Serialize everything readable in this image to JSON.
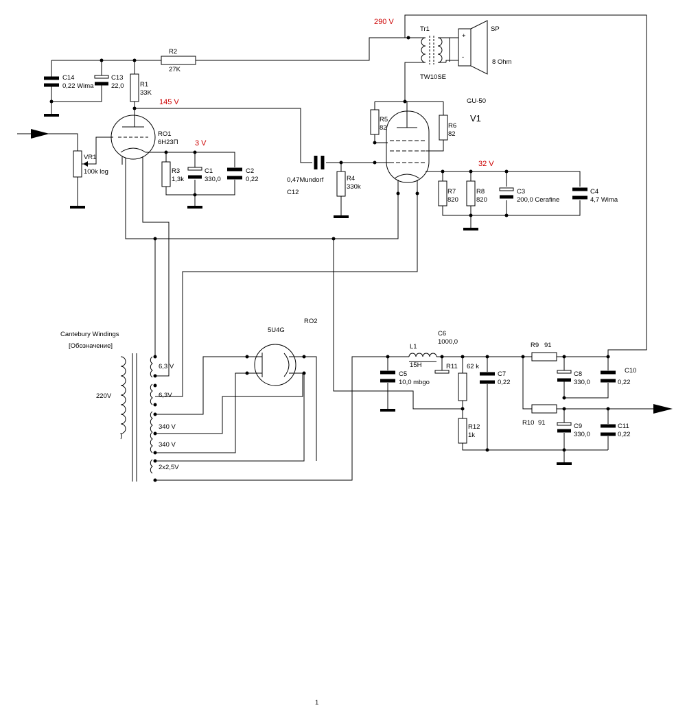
{
  "labels": {
    "v290": "290 V",
    "v145": "145 V",
    "v3": "3 V",
    "v32": "32 V",
    "tr1": "Tr1",
    "tr1_model": "TW10SE",
    "sp": "SP",
    "sp_imp": "8 Ohm",
    "sp_plus": "+",
    "sp_minus": "-",
    "gu50": "GU-50",
    "v1": "V1",
    "r2": "R2",
    "r2_val": "27K",
    "c14": "C14",
    "c14_val": "0,22 Wima",
    "c13": "C13",
    "c13_val": "22,0",
    "r1": "R1",
    "r1_val": "33K",
    "ro1": "RO1",
    "ro1_val": "6Н23П",
    "vr1": "VR1",
    "vr1_val": "100k log",
    "r3": "R3",
    "r3_val": "1,3k",
    "c1": "C1",
    "c1_val": "330,0",
    "c2": "C2",
    "c2_val": "0,22",
    "c12_val": "0,47Mundorf",
    "c12": "C12",
    "r4": "R4",
    "r4_val": "330k",
    "r5": "R5",
    "r5_val": "82",
    "r6": "R6",
    "r6_val": "82",
    "r7": "R7",
    "r7_val": "820",
    "r8": "R8",
    "r8_val": "820",
    "c3": "C3",
    "c3_val": "200,0 Cerafine",
    "c4": "C4",
    "c4_val": "4,7 Wima",
    "cantebury": "Cantebury Windings",
    "designation": "[Обозначение]",
    "v220": "220V",
    "w63a": "6,3 V",
    "w63b": "6,3V",
    "w340a": "340 V",
    "w340b": "340 V",
    "w25": "2x2,5V",
    "u4g": "5U4G",
    "ro2": "RO2",
    "l1": "L1",
    "l1_val": "15H",
    "c6": "C6",
    "c6_val": "1000,0",
    "c5": "C5",
    "c5_val": "10,0 mbgo",
    "r11": "R11",
    "r11_val": "62 k",
    "c7": "C7",
    "c7_val": "0,22",
    "r9": "R9",
    "r9_val": "91",
    "c8": "C8",
    "c8_val": "330,0",
    "c10": "C10",
    "c10_val": "0,22",
    "r10": "R10",
    "r10_val": "91",
    "c9": "C9",
    "c9_val": "330,0",
    "c11": "C11",
    "c11_val": "0,22",
    "r12": "R12",
    "r12_val": "1k",
    "page": "1"
  },
  "colors": {
    "line": "#000000",
    "voltage_label": "#cc0000",
    "background": "#ffffff"
  }
}
